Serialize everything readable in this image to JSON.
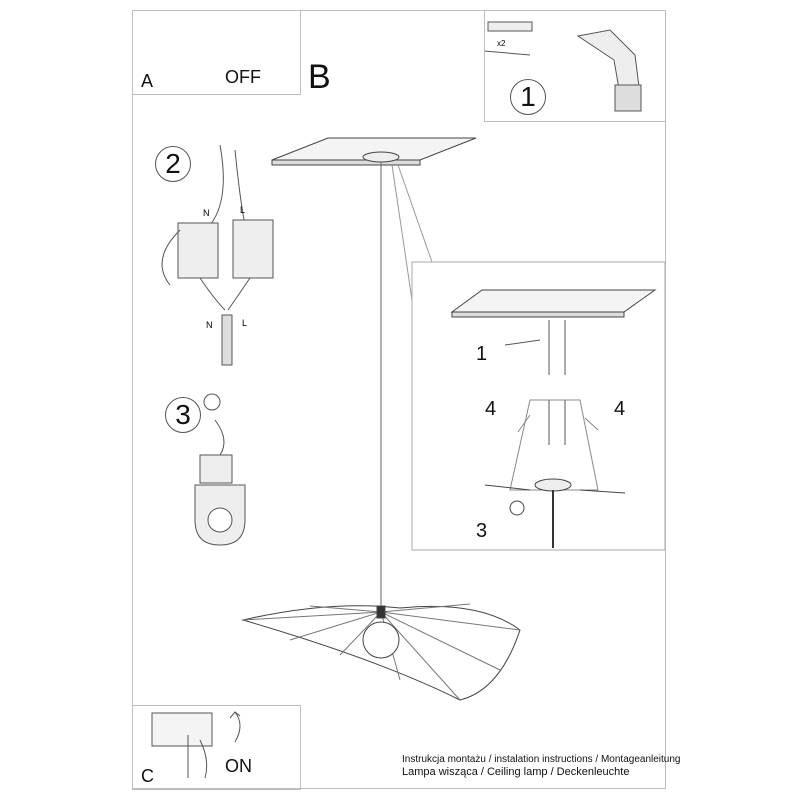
{
  "box_a": {
    "label": "A",
    "action": "OFF"
  },
  "box_c": {
    "label": "C",
    "action": "ON"
  },
  "main": {
    "label": "B"
  },
  "tools": {
    "step": "1",
    "quantity": "x2"
  },
  "wiring": {
    "step": "2",
    "n": "N",
    "l": "L",
    "n2": "N",
    "l2": "L"
  },
  "ground": {
    "step": "3"
  },
  "detail": {
    "one": "1",
    "four_left": "4",
    "four_right": "4",
    "three": "3"
  },
  "caption": {
    "line1": "Instrukcja montażu / instalation instructions / Montageanleitung",
    "line2": "Lampa wisząca / Ceiling lamp / Deckenleuchte"
  }
}
